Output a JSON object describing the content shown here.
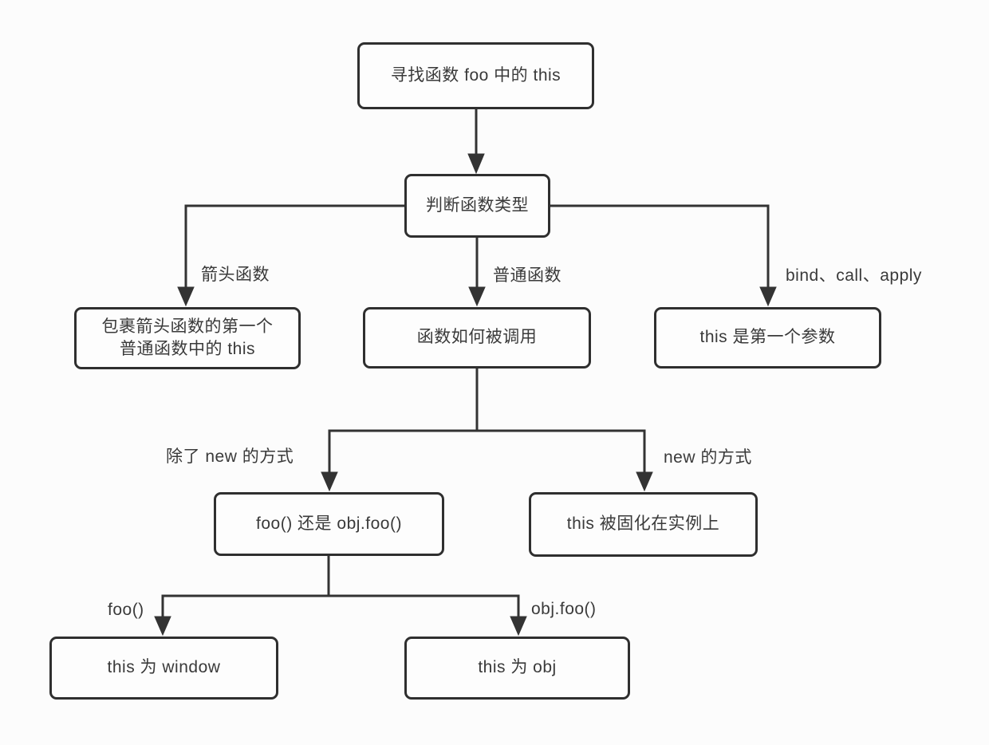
{
  "diagram": {
    "nodes": {
      "root": "寻找函数 foo 中的 this",
      "judge_type": "判断函数类型",
      "arrow_wrap_line1": "包裹箭头函数的第一个",
      "arrow_wrap_line2": "普通函数中的 this",
      "how_called": "函数如何被调用",
      "first_param": "this 是第一个参数",
      "call_form": "foo() 还是 obj.foo()",
      "new_fixed": "this 被固化在实例上",
      "this_window": "this 为 window",
      "this_obj": "this 为 obj"
    },
    "edge_labels": {
      "arrow_fn": "箭头函数",
      "normal_fn": "普通函数",
      "bind_call_apply": "bind、call、apply",
      "not_new": "除了 new 的方式",
      "new_way": "new 的方式",
      "foo_call": "foo()",
      "obj_foo_call": "obj.foo()"
    },
    "colors": {
      "line": "#333333",
      "border": "#2f2f2f",
      "text": "#3a3a3a",
      "background": "#fcfcfc"
    }
  }
}
